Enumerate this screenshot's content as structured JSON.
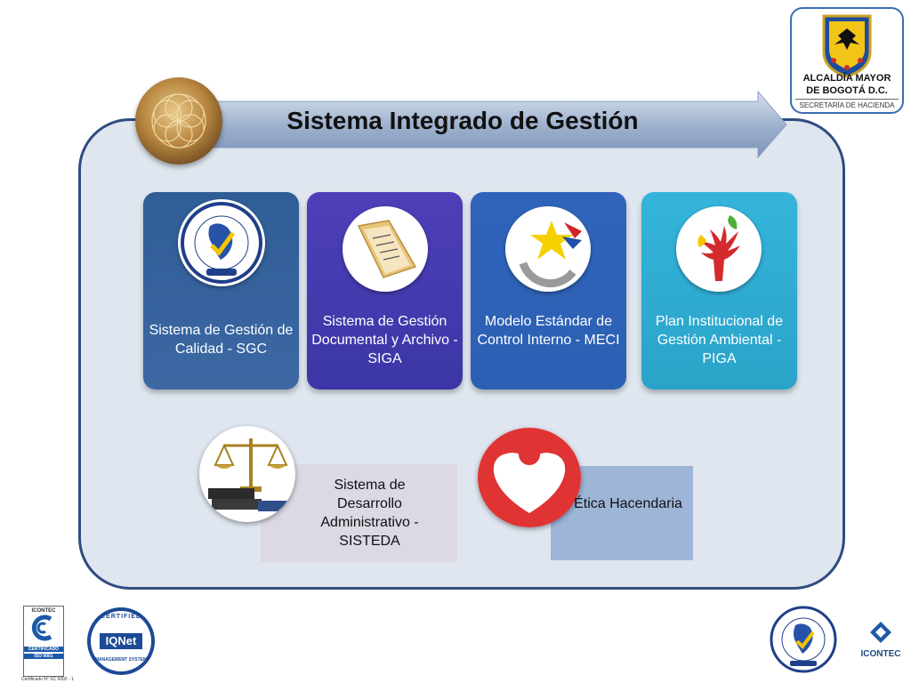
{
  "title": "Sistema Integrado de Gestión",
  "logo": {
    "line1": "ALCALDÍA MAYOR",
    "line2": "DE BOGOTÁ D.C.",
    "line3": "SECRETARÍA DE HACIENDA"
  },
  "cards": [
    {
      "label": "Sistema de Gestión de Calidad - SGC",
      "color": "#3c68a3"
    },
    {
      "label": "Sistema de Gestión Documental y Archivo - SIGA",
      "color": "#3b36a6"
    },
    {
      "label": "Modelo Estándar de Control Interno - MECI",
      "color": "#2c60b4"
    },
    {
      "label": "Plan Institucional de Gestión Ambiental - PIGA",
      "color": "#2aa3c8"
    }
  ],
  "lower": [
    {
      "label": "Sistema de Desarrollo Administrativo - SISTEDA"
    },
    {
      "label": "Ética Hacendaria"
    }
  ],
  "footer": {
    "icontec_left_top": "ICONTEC",
    "icontec_left_cert": "CERTIFICADO",
    "icontec_left_iso": "ISO 9001",
    "icontec_left_num": "Certificado Nº SC 6002 - 1",
    "iqnet_top": "CERTIFIED",
    "iqnet_name": "IQNet",
    "iqnet_bottom": "MANAGEMENT SYSTEM",
    "icontec_right": "ICONTEC"
  }
}
